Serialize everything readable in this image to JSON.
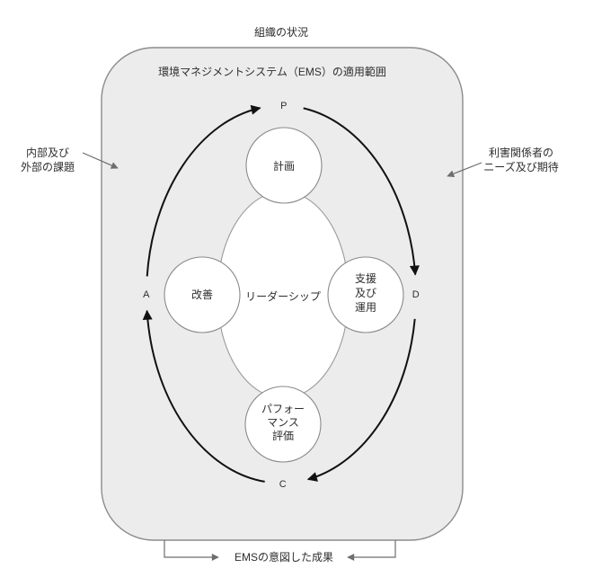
{
  "figure": {
    "top_label": "組織の状況",
    "scope_title": "環境マネジメントシステム（EMS）の適用範囲",
    "left_note": {
      "lines": [
        "内部及び",
        "外部の課題"
      ]
    },
    "right_note": {
      "lines": [
        "利害関係者の",
        "ニーズ及び期待"
      ]
    },
    "bottom_label": "EMSの意図した成果",
    "pdca_letters": {
      "plan": "P",
      "do": "D",
      "check": "C",
      "act": "A"
    },
    "nodes": {
      "plan": "計画",
      "improvement": "改善",
      "leadership": "リーダーシップ",
      "support_operation_lines": [
        "支援",
        "及び",
        "運用"
      ],
      "performance_evaluation_lines": [
        "パフォー",
        "マンス",
        "評価"
      ]
    },
    "icons": {
      "cycle_arrowhead": "solid-black-triangle",
      "annotation_arrowhead": "small-gray-triangle"
    },
    "colors": {
      "scope_box_fill": "#ececec",
      "scope_box_border": "#8c8c8c",
      "node_fill": "#ffffff",
      "node_border": "#8a8a8a",
      "cycle_arrow": "#111111",
      "annotation_arrow": "#6e6e6e",
      "text": "#2e2e2e"
    }
  }
}
